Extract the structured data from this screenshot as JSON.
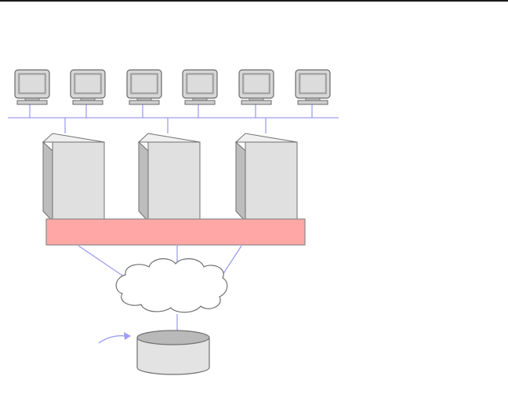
{
  "diagram": {
    "workstations": [
      {
        "id": "ws1",
        "icon": "monitor-icon"
      },
      {
        "id": "ws2",
        "icon": "monitor-icon"
      },
      {
        "id": "ws3",
        "icon": "monitor-icon"
      },
      {
        "id": "ws4",
        "icon": "monitor-icon"
      },
      {
        "id": "ws5",
        "icon": "monitor-icon"
      },
      {
        "id": "ws6",
        "icon": "monitor-icon"
      }
    ],
    "servers": [
      {
        "id": "server1",
        "icon": "server-tower-icon"
      },
      {
        "id": "server2",
        "icon": "server-tower-icon"
      },
      {
        "id": "server3",
        "icon": "server-tower-icon"
      }
    ],
    "interconnect": {
      "icon": "interconnect-bar"
    },
    "network": {
      "icon": "cloud-icon"
    },
    "storage": {
      "icon": "database-cylinder-icon"
    },
    "colors": {
      "line": "#9d9df0",
      "bar_fill": "#ffa6a6",
      "bar_stroke": "#8a8a8a",
      "server_front": "#e0e0e0",
      "server_side": "#bdbdbd",
      "storage_top": "#b9b9b9",
      "storage_body": "#e3e3e3",
      "outline": "#707070"
    }
  }
}
